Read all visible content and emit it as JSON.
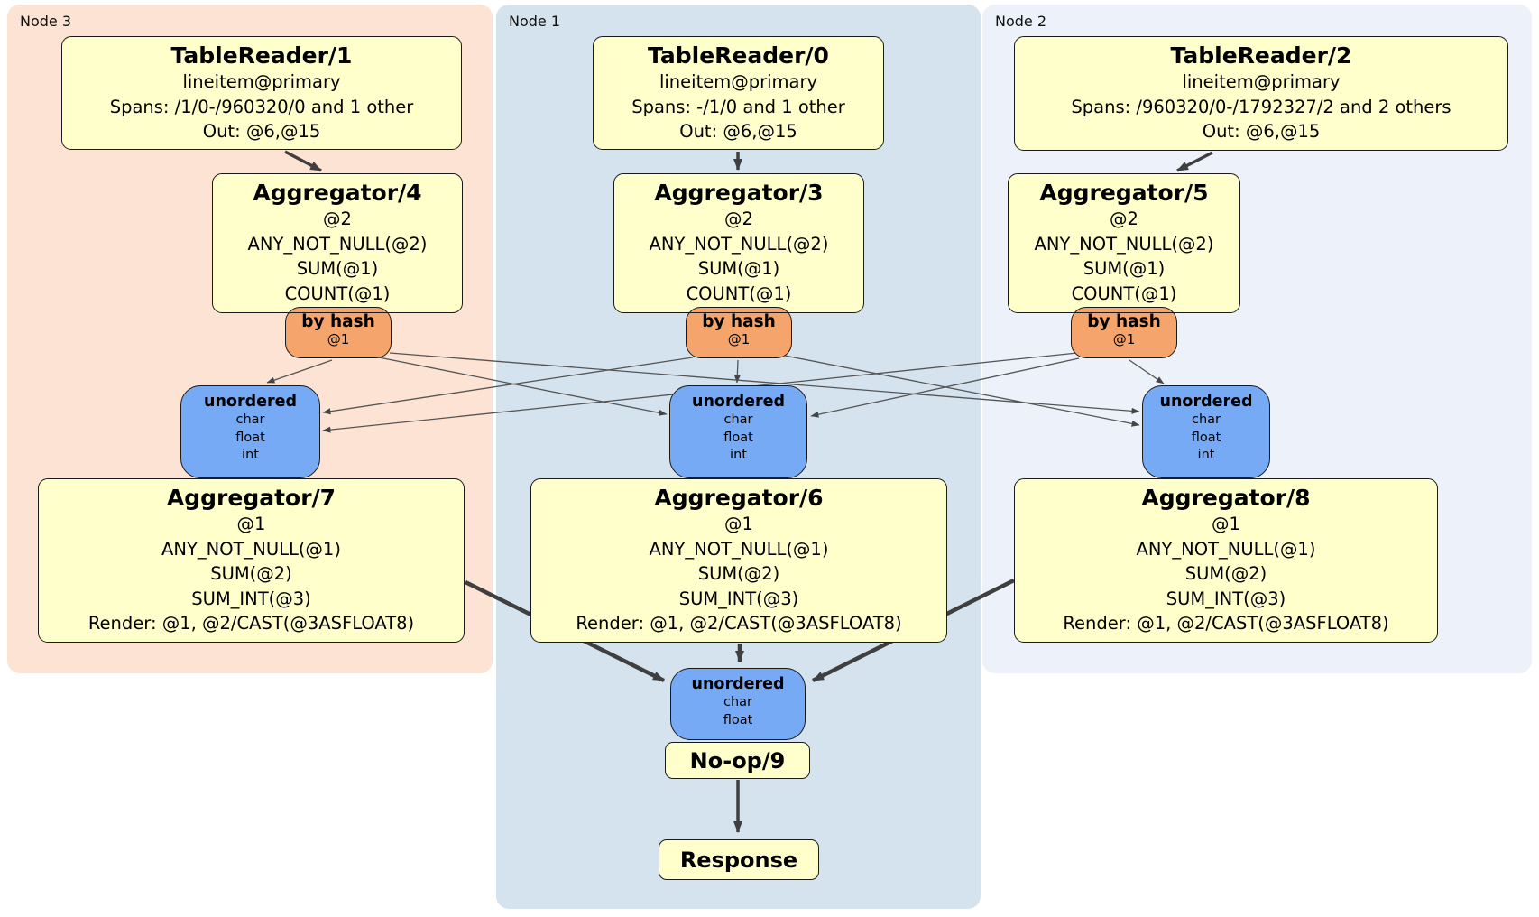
{
  "regions": {
    "node3": {
      "label": "Node 3"
    },
    "node1": {
      "label": "Node 1"
    },
    "node2": {
      "label": "Node 2"
    }
  },
  "processors": {
    "tr1": {
      "title": "TableReader/1",
      "index": "lineitem@primary",
      "spans": "Spans: /1/0-/960320/0 and 1 other",
      "out": "Out: @6,@15"
    },
    "tr0": {
      "title": "TableReader/0",
      "index": "lineitem@primary",
      "spans": "Spans: -/1/0 and 1 other",
      "out": "Out: @6,@15"
    },
    "tr2": {
      "title": "TableReader/2",
      "index": "lineitem@primary",
      "spans": "Spans: /960320/0-/1792327/2 and 2 others",
      "out": "Out: @6,@15"
    },
    "agg4": {
      "title": "Aggregator/4",
      "lines": [
        "@2",
        "ANY_NOT_NULL(@2)",
        "SUM(@1)",
        "COUNT(@1)"
      ]
    },
    "agg3": {
      "title": "Aggregator/3",
      "lines": [
        "@2",
        "ANY_NOT_NULL(@2)",
        "SUM(@1)",
        "COUNT(@1)"
      ]
    },
    "agg5": {
      "title": "Aggregator/5",
      "lines": [
        "@2",
        "ANY_NOT_NULL(@2)",
        "SUM(@1)",
        "COUNT(@1)"
      ]
    },
    "agg7": {
      "title": "Aggregator/7",
      "lines": [
        "@1",
        "ANY_NOT_NULL(@1)",
        "SUM(@2)",
        "SUM_INT(@3)",
        "Render: @1, @2/CAST(@3ASFLOAT8)"
      ]
    },
    "agg6": {
      "title": "Aggregator/6",
      "lines": [
        "@1",
        "ANY_NOT_NULL(@1)",
        "SUM(@2)",
        "SUM_INT(@3)",
        "Render: @1, @2/CAST(@3ASFLOAT8)"
      ]
    },
    "agg8": {
      "title": "Aggregator/8",
      "lines": [
        "@1",
        "ANY_NOT_NULL(@1)",
        "SUM(@2)",
        "SUM_INT(@3)",
        "Render: @1, @2/CAST(@3ASFLOAT8)"
      ]
    },
    "noop": {
      "title": "No-op/9"
    },
    "response": {
      "title": "Response"
    }
  },
  "routers": {
    "bh3": {
      "title": "by hash",
      "key": "@1"
    },
    "bh1": {
      "title": "by hash",
      "key": "@1"
    },
    "bh2": {
      "title": "by hash",
      "key": "@1"
    }
  },
  "syncs": {
    "u3": {
      "title": "unordered",
      "types": [
        "char",
        "float",
        "int"
      ]
    },
    "u1": {
      "title": "unordered",
      "types": [
        "char",
        "float",
        "int"
      ]
    },
    "u2": {
      "title": "unordered",
      "types": [
        "char",
        "float",
        "int"
      ]
    },
    "ufinal": {
      "title": "unordered",
      "types": [
        "char",
        "float"
      ]
    }
  },
  "colors": {
    "node3_bg": "#fce3d3",
    "node1_bg": "#d4e3ee",
    "node2_bg": "#ecf1fa",
    "processor_fill": "#ffffcc",
    "router_fill": "#f5a46b",
    "sync_fill": "#77aaf5",
    "border": "#1a1a1a",
    "edge_thin": "#555555",
    "edge_thick": "#3f3f3f"
  }
}
